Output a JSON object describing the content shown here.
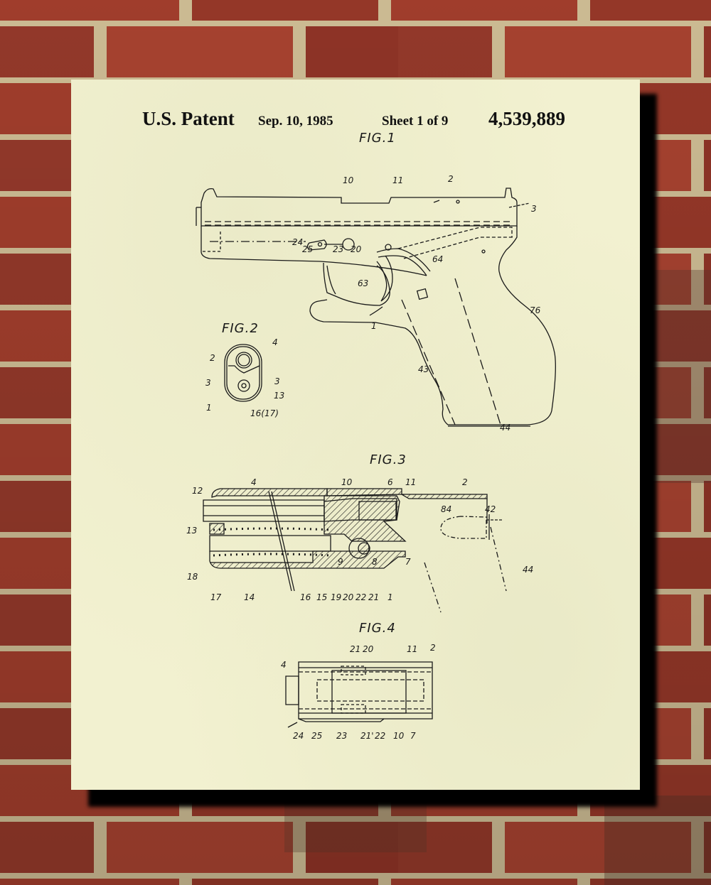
{
  "scene": {
    "background": "red brick wall",
    "colors": {
      "brick": "#a8402e",
      "brick_dark": "#6e3a2c",
      "mortar": "#d6c49a",
      "poster": "#f2f1d0",
      "ink": "#1a1a1a",
      "shadow": "#000000"
    }
  },
  "poster": {
    "header": {
      "patent_label": "U.S. Patent",
      "date": "Sep. 10, 1985",
      "sheet": "Sheet 1 of 9",
      "patent_number": "4,539,889"
    },
    "figures": [
      {
        "id": "fig1",
        "label": "FIG.1",
        "refs": [
          "10",
          "11",
          "2",
          "3",
          "24",
          "25",
          "23",
          "20",
          "64",
          "63",
          "76",
          "1",
          "43",
          "44"
        ]
      },
      {
        "id": "fig2",
        "label": "FIG.2",
        "refs": [
          "2",
          "4",
          "3",
          "3",
          "13",
          "1",
          "16(17)"
        ]
      },
      {
        "id": "fig3",
        "label": "FIG.3",
        "refs": [
          "12",
          "4",
          "10",
          "6",
          "11",
          "2",
          "84",
          "42",
          "13",
          "9",
          "8",
          "7",
          "44",
          "18",
          "17",
          "14",
          "16",
          "15",
          "19",
          "20",
          "22",
          "21",
          "1"
        ]
      },
      {
        "id": "fig4",
        "label": "FIG.4",
        "refs": [
          "21",
          "20",
          "11",
          "2",
          "4",
          "24",
          "25",
          "23",
          "21'",
          "22",
          "10",
          "7"
        ]
      }
    ]
  }
}
